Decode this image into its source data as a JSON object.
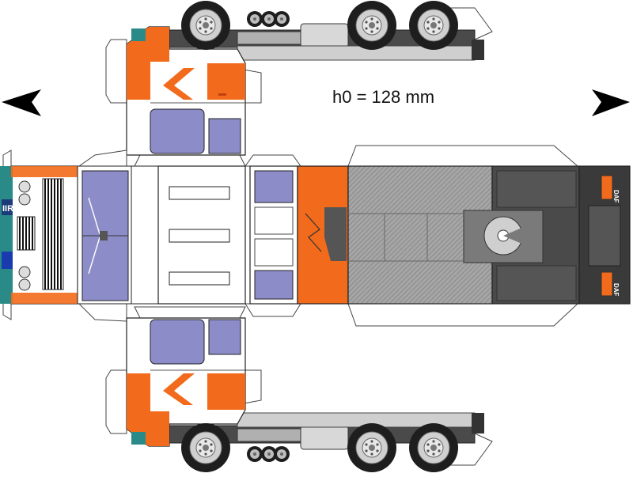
{
  "scale_label": "h0 = 128 mm",
  "brand_text": "DAF",
  "plate_text": "IIR",
  "colors": {
    "orange": "#f26a1b",
    "window": "#8c8cc8",
    "chassis": "#4a4a4a",
    "deck": "#9a9a9a",
    "teal": "#2a8a88",
    "tire": "#1e1e1e",
    "rim": "#c8c8c8"
  },
  "icons": [
    "arrow-left-icon",
    "arrow-right-icon",
    "logo-chevron-icon",
    "wheel-icon"
  ]
}
